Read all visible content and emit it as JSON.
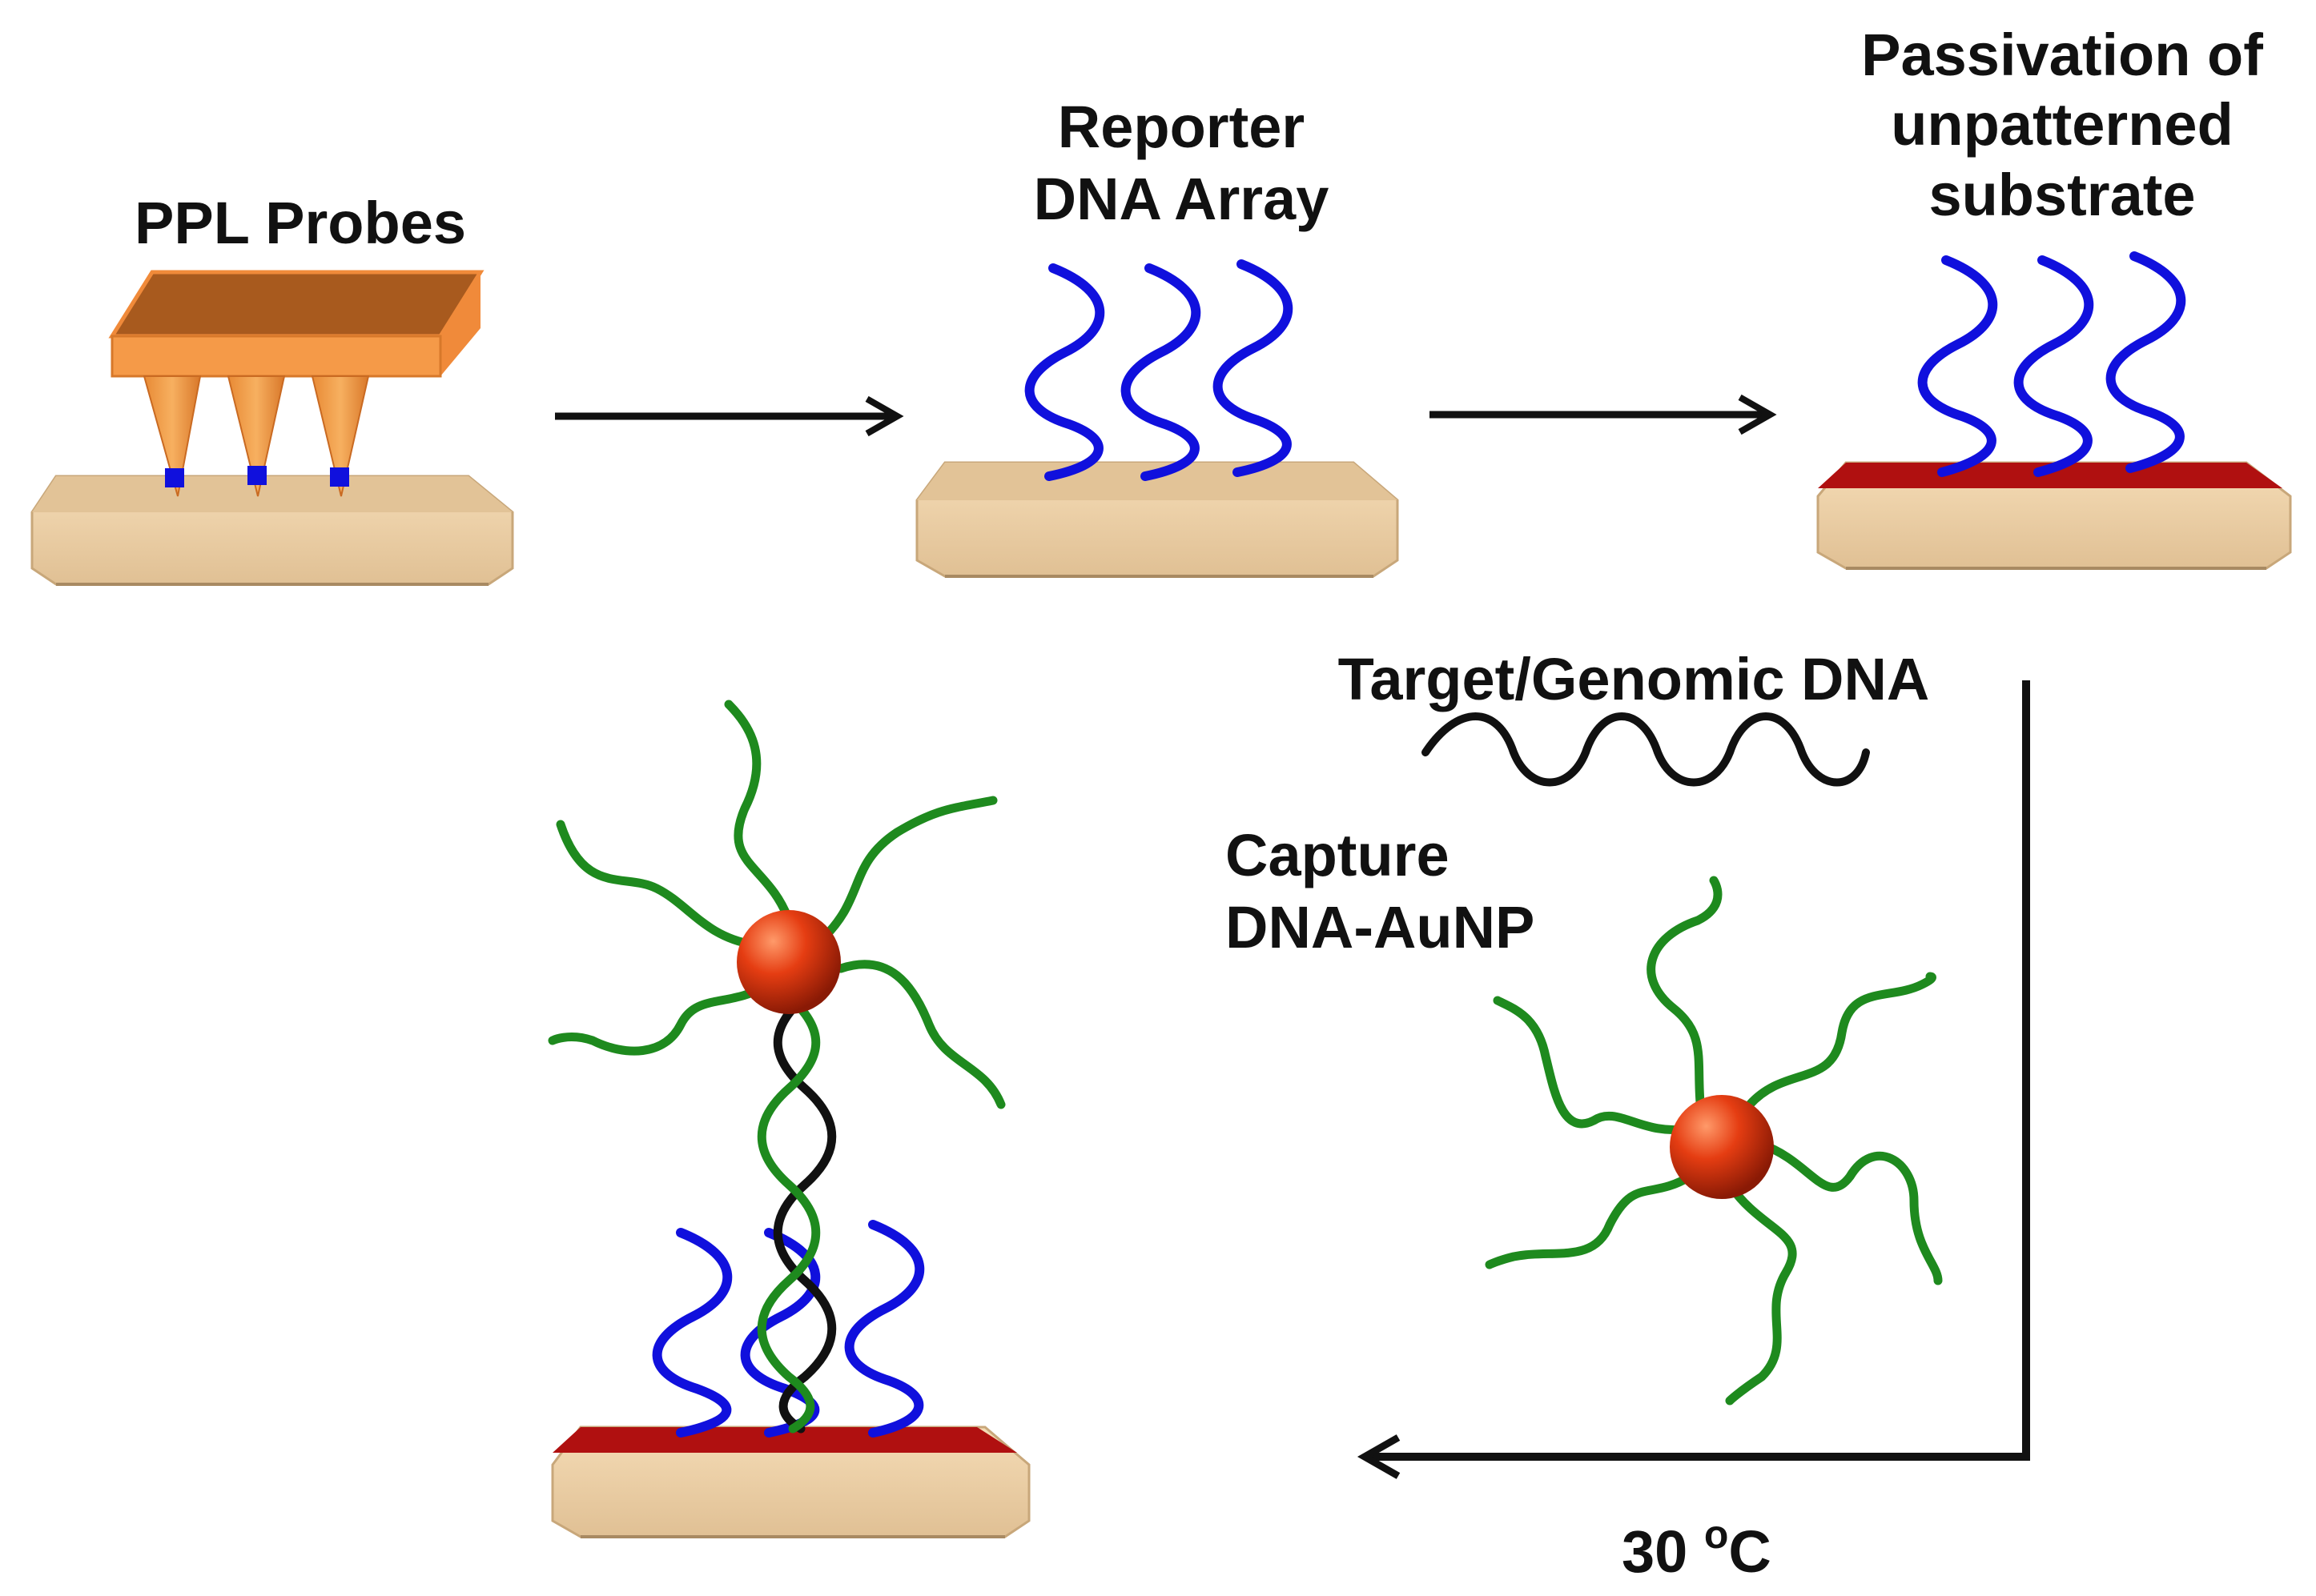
{
  "labels": {
    "ppl_probes": "PPL Probes",
    "reporter_line1": "Reporter",
    "reporter_line2": "DNA Array",
    "passivation_line1": "Passivation of",
    "passivation_line2": "unpatterned",
    "passivation_line3": "substrate",
    "target": "Target/Genomic DNA",
    "capture_line1": "Capture",
    "capture_line2": "DNA-AuNP",
    "temperature_value": "30 ",
    "temperature_degree": "o",
    "temperature_unit": "C"
  },
  "colors": {
    "substrate_top": "#e6c9a0",
    "substrate_front": "#efd3a8",
    "substrate_edge": "#c8a77a",
    "passivation": "#b01010",
    "reporter_dna": "#1010dd",
    "capture_dna": "#1e8a1e",
    "target_dna": "#111111",
    "nanoparticle": "#e23a10",
    "probe_body": "#c9651f",
    "probe_tip": "#f0a04a",
    "arrow": "#111111"
  },
  "icons": {
    "probe_array": "pen-array-icon",
    "nanoparticle": "gold-nanoparticle-icon",
    "dna_strand": "dna-strand-icon"
  }
}
